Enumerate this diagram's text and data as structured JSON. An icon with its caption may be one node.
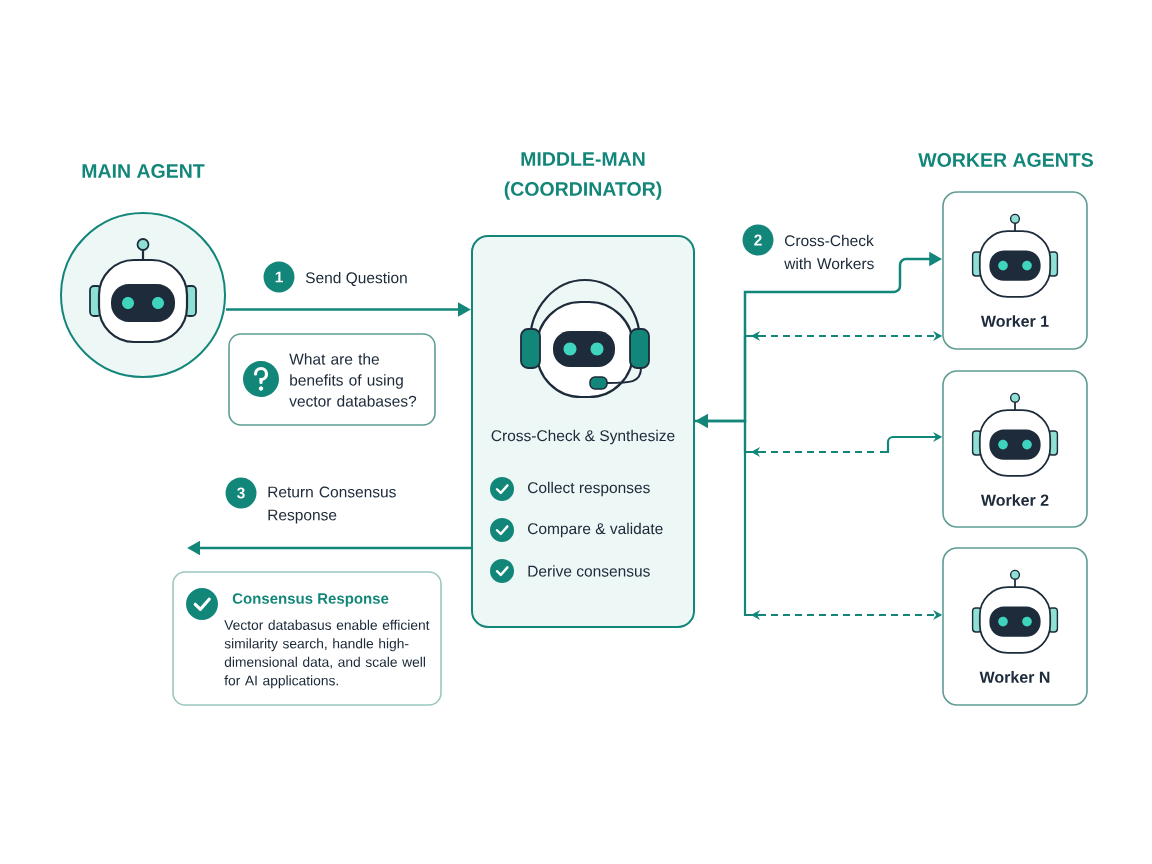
{
  "diagram": {
    "nodes": [
      {
        "text": [
          "MAIN AGENT"
        ]
      },
      {
        "text": [
          "MIDDLE-MAN (COORDINATOR)",
          "Cross-Check & Synthesize",
          "Collect responses",
          "Compare & validate",
          "Derive consensus"
        ]
      },
      {
        "text": [
          "What are the benefits of using vector databases?"
        ]
      },
      {
        "text": [
          "Consensus Response",
          "Vector databasus enable efficient similarity search, handle high-dimensional data, and scale well for AI applications."
        ]
      },
      {
        "text": [
          "Worker 1"
        ]
      },
      {
        "text": [
          "Worker 2"
        ]
      },
      {
        "text": [
          "Worker N"
        ]
      }
    ],
    "edges": [
      {
        "from": 0,
        "to": 1,
        "arrow": "to",
        "label": "Send Question"
      },
      {
        "from": 1,
        "to": null,
        "arrow": "to",
        "label": "Return Consensus Response"
      },
      {
        "from": 1,
        "to": 4,
        "arrow": "to",
        "label": "Cross-Check with Workers"
      },
      {
        "from": 4,
        "to": 1,
        "arrow": "both",
        "style": "dashed"
      },
      {
        "from": 5,
        "to": 1,
        "arrow": "both",
        "style": "dashed"
      },
      {
        "from": 6,
        "to": 1,
        "arrow": "both",
        "style": "dashed"
      }
    ],
    "labels": [
      "WORKER AGENTS",
      "2",
      "1",
      "3"
    ]
  }
}
